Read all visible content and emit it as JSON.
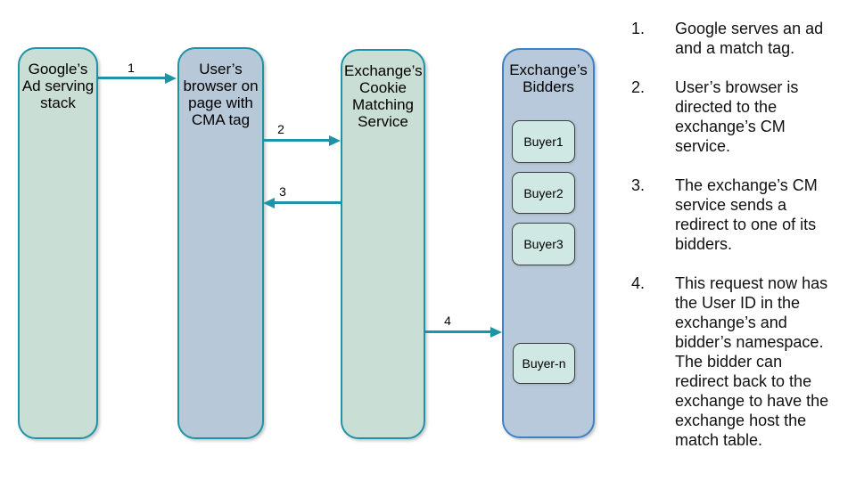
{
  "colors": {
    "teal_accent": "#1d93a8",
    "green_fill": "#c9ded5",
    "blue_fill": "#b7c8d8",
    "bidders_fill": "#b7c9da",
    "bidders_border": "#4080c8",
    "buyer_fill": "#cfe8e3",
    "buyer_border": "#3f3f3f"
  },
  "diagram": {
    "nodes": {
      "google": {
        "label": "Google’s\nAd serving\nstack"
      },
      "browser": {
        "label": "User’s\nbrowser on\npage with\nCMA tag"
      },
      "cm_service": {
        "label": "Exchange’s\nCookie\nMatching\nService"
      },
      "bidders": {
        "label": "Exchange’s\nBidders"
      }
    },
    "buyers": [
      "Buyer1",
      "Buyer2",
      "Buyer3",
      "Buyer-n"
    ],
    "arrow_labels": [
      "1",
      "2",
      "3",
      "4"
    ]
  },
  "steps": [
    {
      "num": "1.",
      "text": "Google serves an ad\nand a match tag."
    },
    {
      "num": "2.",
      "text": "User’s browser is\ndirected to the\nexchange’s CM\nservice."
    },
    {
      "num": "3.",
      "text": "The exchange’s CM\nservice sends a\nredirect to one of its\nbidders."
    },
    {
      "num": "4.",
      "text": "This request now has\nthe User ID in the\nexchange’s and\nbidder’s namespace.\nThe bidder can\nredirect back to the\nexchange to have the\nexchange host the\nmatch table."
    }
  ]
}
